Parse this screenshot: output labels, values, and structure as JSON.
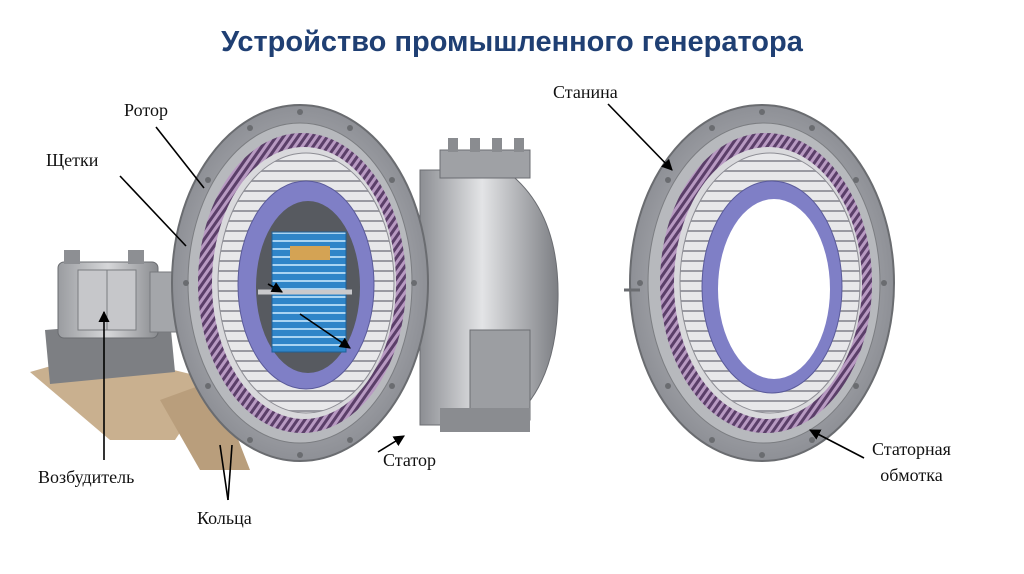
{
  "title": "Устройство промышленного генератора",
  "labels": {
    "rotor": "Ротор",
    "brushes": "Щетки",
    "exciter": "Возбудитель",
    "rings": "Кольца",
    "stator": "Статор",
    "frame": "Станина",
    "stator_winding_line1": "Статорная",
    "stator_winding_line2": "обмотка"
  },
  "colors": {
    "title": "#1f3f73",
    "frame": "#a9abb0",
    "winding": "#6b4f78",
    "stator_ring": "#7f7fc6",
    "rotor": "#3a8ccf"
  }
}
